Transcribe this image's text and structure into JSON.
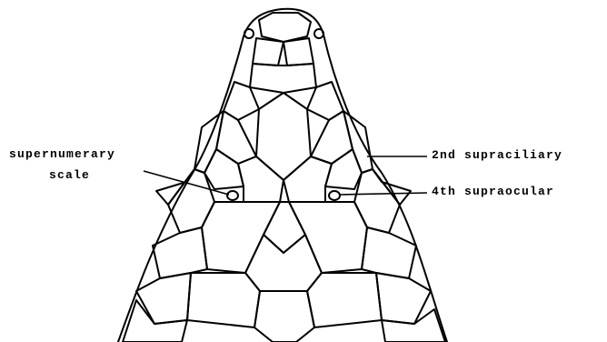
{
  "figure": {
    "labels": {
      "supernumerary_line1": "supernumerary",
      "supernumerary_line2": "scale",
      "second_supraciliary": "2nd supraciliary",
      "fourth_supraocular": "4th supraocular"
    },
    "ink_color": "#000000",
    "background_color": "#ffffff"
  }
}
